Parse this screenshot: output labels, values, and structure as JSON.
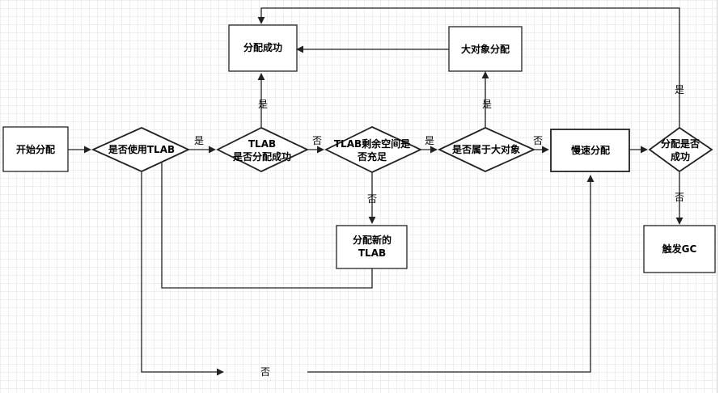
{
  "nodes": {
    "start": "开始分配",
    "use_tlab": "是否使用TLAB",
    "tlab_ok_line1": "TLAB",
    "tlab_ok_line2": "是否分配成功",
    "tlab_space_line1": "TLAB剩余空间是",
    "tlab_space_line2": "否充足",
    "is_large": "是否属于大对象",
    "alloc_success": "分配成功",
    "large_alloc": "大对象分配",
    "alloc_new_line1": "分配新的",
    "alloc_new_line2": "TLAB",
    "slow_alloc": "慢速分配",
    "slow_ok_line1": "分配是否",
    "slow_ok_line2": "成功",
    "trigger_gc": "触发GC"
  },
  "edge_labels": {
    "use_to_tlabok_yes": "是",
    "tlabok_to_success_yes": "是",
    "tlabok_to_space_no": "否",
    "space_to_large_yes": "是",
    "space_to_new_no": "否",
    "large_to_largealloc_yes": "是",
    "large_to_slow_no": "否",
    "slowok_yes": "是",
    "slowok_no": "否",
    "use_no": "否"
  }
}
